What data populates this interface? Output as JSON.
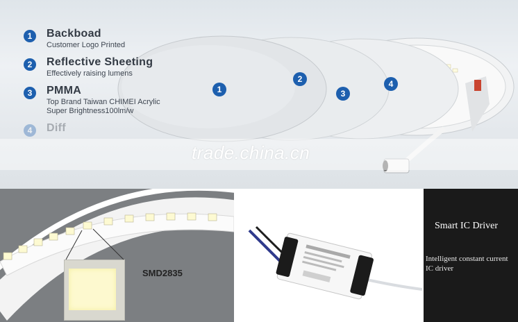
{
  "legend": [
    {
      "num": "1",
      "title": "Backboad",
      "sub": "Customer Logo Printed"
    },
    {
      "num": "2",
      "title": "Reflective Sheeting",
      "sub": "Effectively raising lumens"
    },
    {
      "num": "3",
      "title": "PMMA",
      "sub": "Top Brand Taiwan CHIMEI Acrylic",
      "sub2": "Super Brightness100lm/w"
    },
    {
      "num": "4",
      "title": "Diff"
    }
  ],
  "disk_labels": [
    "1",
    "2",
    "3",
    "4"
  ],
  "watermark": "trade.china.cn",
  "chip_label": "SMD2835",
  "driver": {
    "title": "Smart IC Driver",
    "subtitle": "Intelligent constant current IC driver"
  }
}
